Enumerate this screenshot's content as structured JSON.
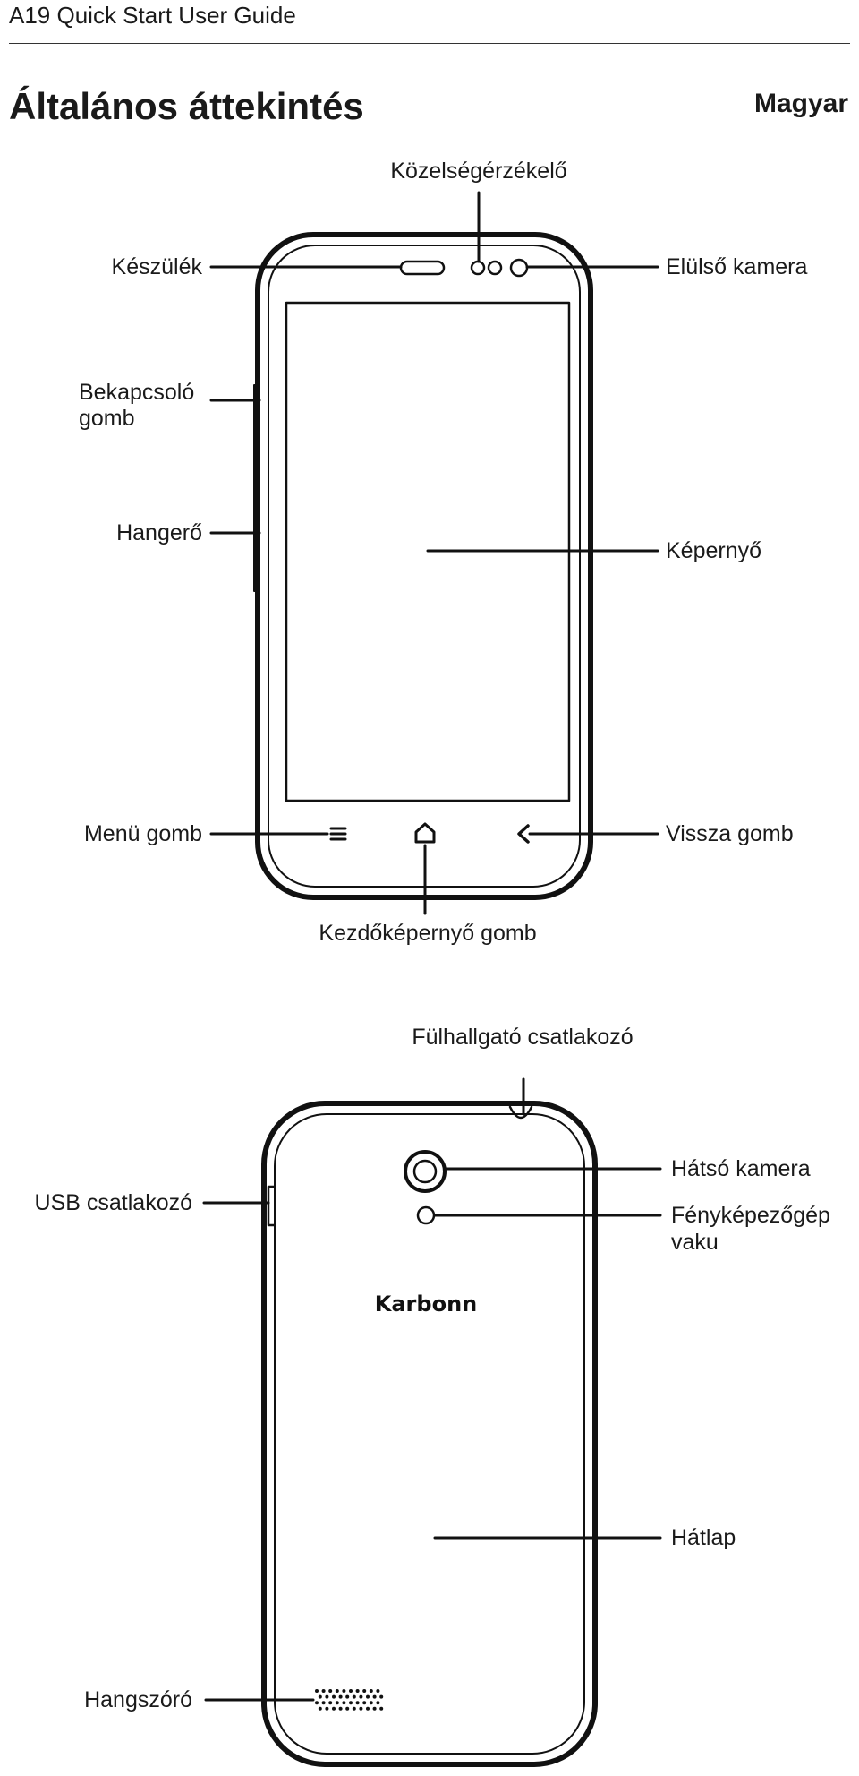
{
  "header": {
    "text": "A19 Quick Start User Guide"
  },
  "page": {
    "title": "Általános áttekintés",
    "language": "Magyar"
  },
  "front_labels": {
    "proximity_sensor": "Közelségérzékelő",
    "earpiece": "Készülék",
    "front_camera": "Elülső kamera",
    "power_button_line1": "Bekapcsoló",
    "power_button_line2": "gomb",
    "volume": "Hangerő",
    "screen": "Képernyő",
    "menu_button": "Menü gomb",
    "back_button": "Vissza gomb",
    "home_button": "Kezdőképernyő gomb"
  },
  "back_labels": {
    "headphone_jack": "Fülhallgató csatlakozó",
    "usb_port": "USB csatlakozó",
    "rear_camera": "Hátsó kamera",
    "flash_line1": "Fényképezőgép",
    "flash_line2": "vaku",
    "back_cover": "Hátlap",
    "speaker": "Hangszóró"
  },
  "brand": {
    "logo_text": "Karbonn"
  },
  "icons": {
    "menu": "menu-icon",
    "home": "home-icon",
    "back": "back-arrow-icon"
  }
}
